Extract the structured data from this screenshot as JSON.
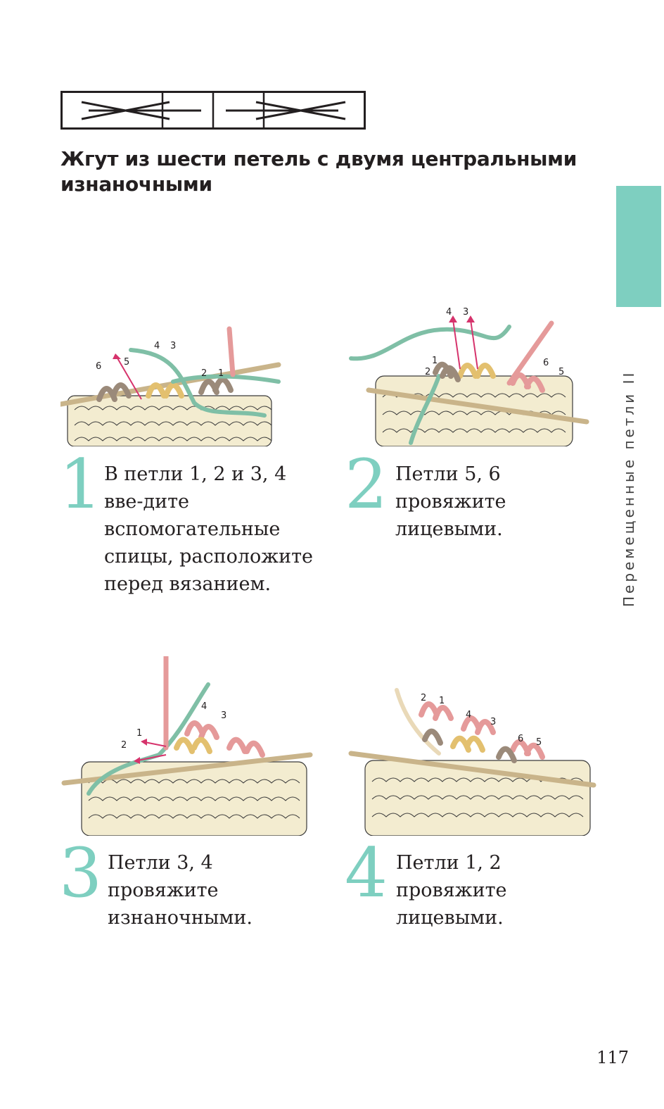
{
  "page": {
    "title": "Жгут из шести петель с двумя центральными изнаночными",
    "side_label": "Перемещенные петли II",
    "page_number": "117",
    "accent_color": "#7ecfc0"
  },
  "steps": [
    {
      "number": "1",
      "text": "В петли 1, 2 и 3, 4 вве-дите вспомогательные спицы, расположите перед вязанием.",
      "labels": [
        "6",
        "5",
        "4",
        "3",
        "2",
        "1"
      ]
    },
    {
      "number": "2",
      "text": "Петли 5, 6 провяжите лицевыми.",
      "labels": [
        "4",
        "3",
        "1",
        "2",
        "6",
        "5"
      ]
    },
    {
      "number": "3",
      "text": "Петли 3, 4 провяжите изнаночными.",
      "labels": [
        "4",
        "3",
        "1",
        "2"
      ]
    },
    {
      "number": "4",
      "text": "Петли 1, 2 провяжите лицевыми.",
      "labels": [
        "2",
        "1",
        "4",
        "3",
        "6",
        "5"
      ]
    }
  ]
}
